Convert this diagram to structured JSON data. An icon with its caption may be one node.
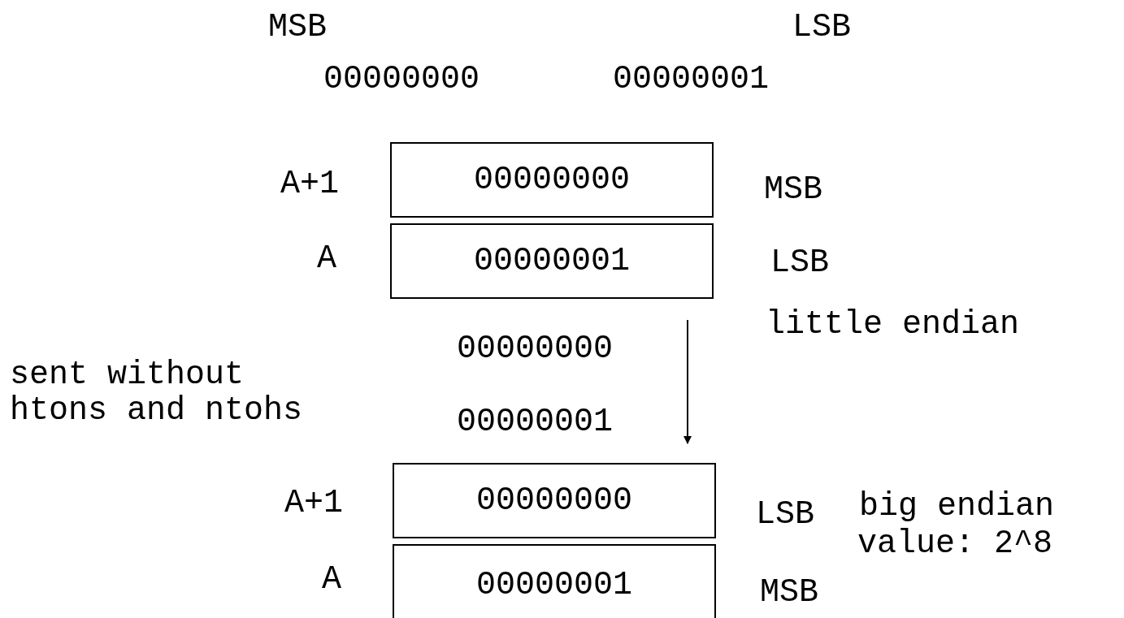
{
  "diagram": {
    "nodes": [
      {
        "text": [
          "00000000"
        ],
        "beside": [
          "A+1",
          "MSB"
        ]
      },
      {
        "text": [
          "00000001"
        ],
        "beside": [
          "A",
          "LSB"
        ]
      },
      {
        "text": [
          "00000000"
        ],
        "beside": [
          "A+1",
          "LSB"
        ]
      },
      {
        "text": [
          "00000001"
        ],
        "beside": [
          "A",
          "MSB"
        ]
      }
    ],
    "edges": [
      {
        "from": 1,
        "to": 2,
        "arrow": "to"
      }
    ],
    "labels": [
      "MSB",
      "LSB",
      "00000000",
      "00000001",
      "little endian",
      "00000000",
      "sent without htons and ntohs",
      "00000001",
      "big endian",
      "value: 2^8"
    ]
  }
}
